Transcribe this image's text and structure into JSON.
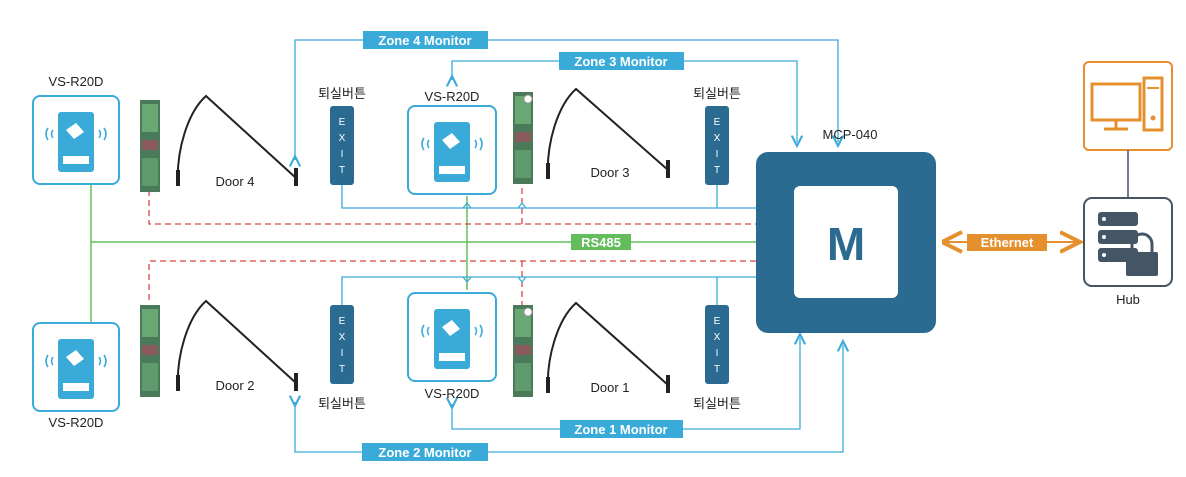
{
  "colors": {
    "blue": "#3aabd9",
    "dark_blue": "#2b6a91",
    "green": "#62bd5a",
    "red_dash": "#d94545",
    "orange": "#e5902d",
    "dark_gray": "#445566"
  },
  "zones": {
    "zone4": "Zone 4 Monitor",
    "zone3": "Zone 3 Monitor",
    "zone1": "Zone 1 Monitor",
    "zone2": "Zone 2 Monitor"
  },
  "readers": {
    "top_left": "VS-R20D",
    "top_center": "VS-R20D",
    "bottom_left": "VS-R20D",
    "bottom_center": "VS-R20D"
  },
  "doors": {
    "door4": "Door 4",
    "door3": "Door 3",
    "door2": "Door 2",
    "door1": "Door 1"
  },
  "exit_buttons": {
    "label_tl": "퇴실버튼",
    "label_tr": "퇴실버튼",
    "label_bl": "퇴실버튼",
    "label_br": "퇴실버튼",
    "letters": [
      "E",
      "X",
      "I",
      "T"
    ]
  },
  "controller": {
    "name": "MCP-040",
    "letter": "M"
  },
  "bus": {
    "rs485": "RS485",
    "ethernet": "Ethernet"
  },
  "hub": {
    "label": "Hub"
  }
}
